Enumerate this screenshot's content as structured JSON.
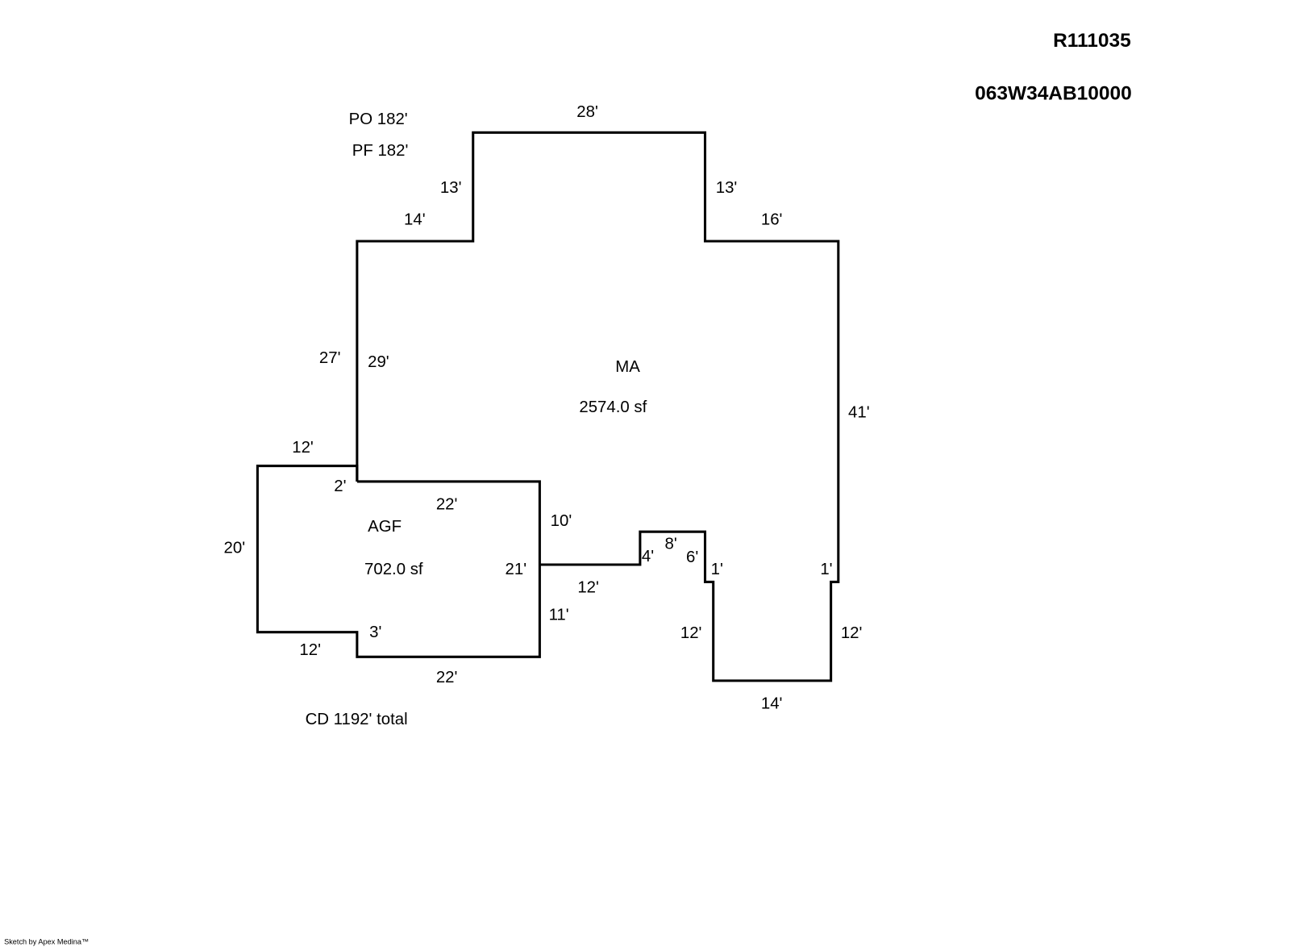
{
  "header": {
    "account": "R111035",
    "map_number": "063W34AB10000"
  },
  "totals": {
    "po": "PO  182'",
    "pf": "PF  182'",
    "cd": "CD  1192' total"
  },
  "areas": {
    "ma": {
      "code": "MA",
      "area": "2574.0 sf"
    },
    "agf": {
      "code": "AGF",
      "area": "702.0 sf"
    }
  },
  "dimensions": {
    "ma_top": "28'",
    "ma_top_left_side": "13'",
    "ma_top_right_side": "13'",
    "ma_left_step": "14'",
    "ma_right_step": "16'",
    "ma_left_outer": "27'",
    "ma_left_inner": "29'",
    "ma_right": "41'",
    "ma_notch_left": "4'",
    "ma_notch_top": "8'",
    "ma_notch_right": "6'",
    "ma_jog_left": "1'",
    "ma_jog_right": "1'",
    "ma_bump_left": "12'",
    "ma_bump_right": "12'",
    "ma_bump_bottom": "14'",
    "ma_bottom_mid": "12'",
    "agf_top_left": "12'",
    "agf_step": "2'",
    "agf_top": "22'",
    "agf_right_upper": "10'",
    "agf_right": "21'",
    "agf_right_lower": "11'",
    "agf_left": "20'",
    "agf_bottom_left": "12'",
    "agf_bottom_step": "3'",
    "agf_bottom": "22'"
  },
  "footer": {
    "credit": "Sketch by Apex Medina™"
  }
}
